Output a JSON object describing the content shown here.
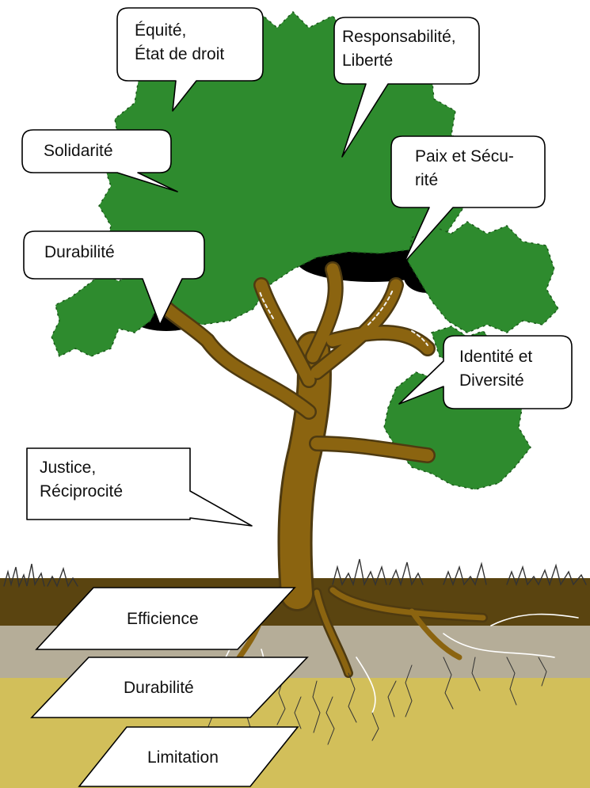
{
  "colors": {
    "foliage": "#2e8b2e",
    "foliage_shadow": "#000000",
    "trunk": "#8b6410",
    "trunk_dark": "#4e3a10",
    "soil_top": "#5a4410",
    "soil_middle": "#b5ad98",
    "soil_bottom": "#d2bf5a",
    "grass": "#333333",
    "callout_fill": "#ffffff",
    "callout_stroke": "#000000"
  },
  "icons": {
    "tree": "tree-icon"
  },
  "callouts": {
    "equite": {
      "line1": "Équité,",
      "line2": "État de droit"
    },
    "responsabilite": {
      "line1": "Responsabilité,",
      "line2": "Liberté"
    },
    "solidarite": {
      "line1": "Solidarité"
    },
    "paix": {
      "line1": "Paix et Sécu-",
      "line2": "rité"
    },
    "durabilite_top": {
      "line1": "Durabilité"
    },
    "identite": {
      "line1": "Identité et",
      "line2": "Diversité"
    },
    "justice": {
      "line1": "Justice,",
      "line2": "Réciprocité"
    }
  },
  "roots": {
    "efficience": "Efficience",
    "durabilite": "Durabilité",
    "limitation": "Limitation"
  }
}
